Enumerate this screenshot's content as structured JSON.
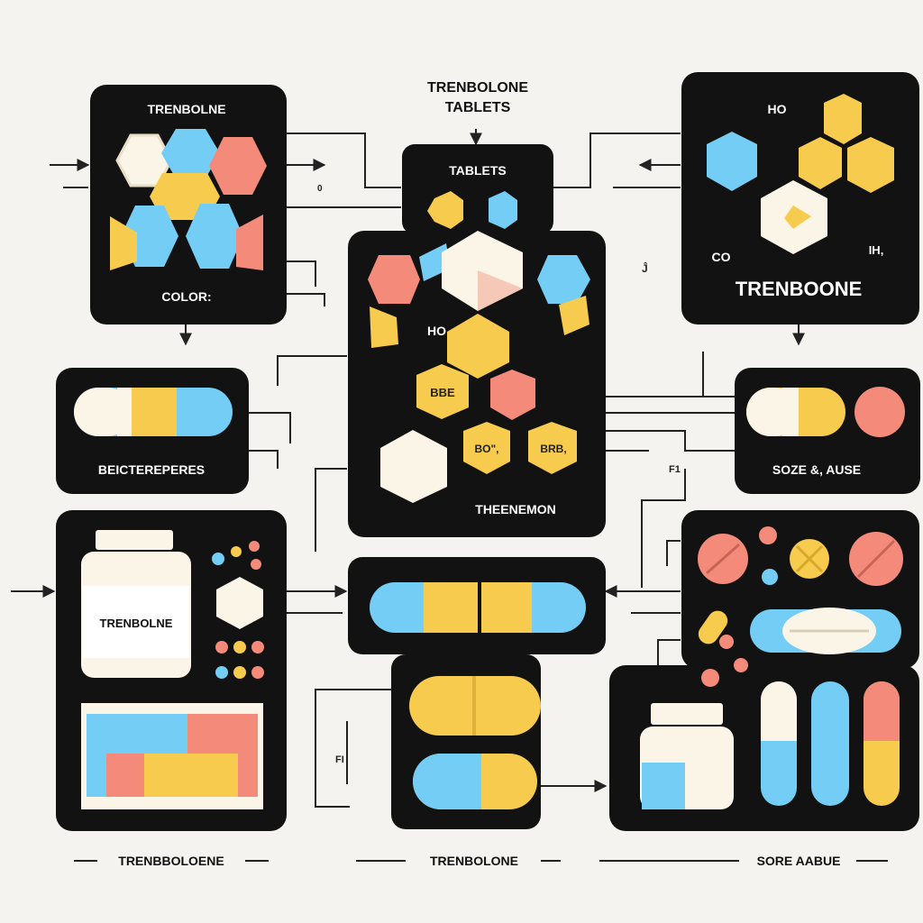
{
  "header": {
    "line1": "TRENBOLONE",
    "line2": "TABLETS"
  },
  "panels": {
    "top_left_title": "TRENBOLNE",
    "top_left_caption": "COLOR:",
    "center_top_title": "TABLETS",
    "center_label_ho": "HO",
    "center_label_bbe": "BBE",
    "center_label_bo": "BO\",",
    "center_label_brb": "BRB,",
    "center_caption": "THEENEMON",
    "top_right_ho": "HO",
    "top_right_co": "CO",
    "top_right_ih": "IH,",
    "top_right_title": "TRENBOONE",
    "mid_left_caption": "BEICTEREPERES",
    "mid_right_caption": "SOZE &, AUSE",
    "bottle_label": "TRENBOLNE"
  },
  "stray_marks": {
    "m1": "0",
    "m2": "Ĵ",
    "m3": "F1",
    "m4": "FI"
  },
  "footer": {
    "left": "TRENBBOLOENE",
    "center": "TRENBOLONE",
    "right": "SORE AABUE"
  },
  "colors": {
    "background": "#f4f3ef",
    "panel": "#121212",
    "yellow": "#f7cb4d",
    "blue": "#74cdf5",
    "pink": "#f48a7a",
    "cream": "#fbf5e8"
  }
}
